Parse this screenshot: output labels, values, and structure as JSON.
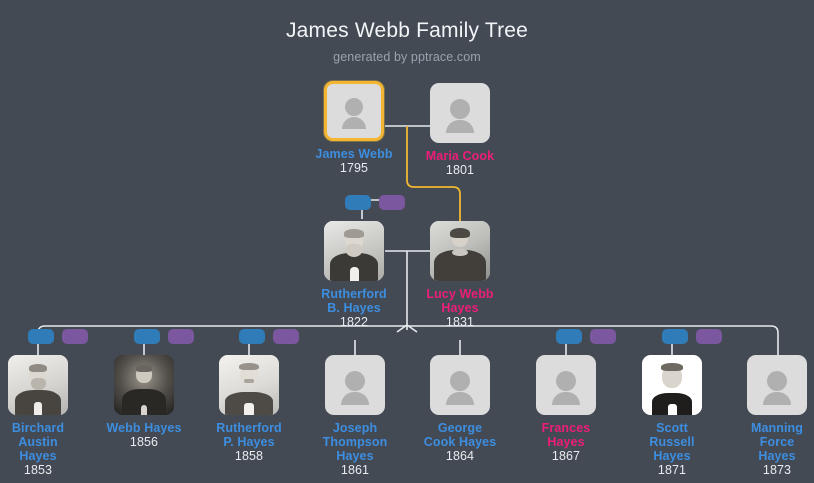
{
  "header": {
    "title": "James Webb Family Tree",
    "subtitle": "generated by pptrace.com"
  },
  "theme": {
    "background": "#434a54",
    "male_color": "#3d8ee0",
    "female_color": "#ec1e79",
    "year_color": "#e9ecef",
    "selection_color": "#f2b632",
    "connector_color": "#e6e9ec",
    "highlight_connector_color": "#f2b632",
    "badge_blue": "#2f7cb8",
    "badge_purple": "#7b579f",
    "card_placeholder": "#dcdcdc"
  },
  "generations": [
    {
      "id": "gen-1",
      "people": [
        {
          "id": "james-webb",
          "name": "James Webb",
          "year": "1795",
          "gender": "male",
          "selected": true,
          "has_photo": false,
          "badges": []
        },
        {
          "id": "maria-cook",
          "name": "Maria Cook",
          "year": "1801",
          "gender": "female",
          "selected": false,
          "has_photo": false,
          "badges": []
        }
      ]
    },
    {
      "id": "gen-2",
      "people": [
        {
          "id": "rutherford-b-hayes",
          "name": "Rutherford\nB. Hayes",
          "year": "1822",
          "gender": "male",
          "selected": false,
          "has_photo": true,
          "badges": [
            "blue",
            "purple"
          ]
        },
        {
          "id": "lucy-webb-hayes",
          "name": "Lucy Webb\nHayes",
          "year": "1831",
          "gender": "female",
          "selected": false,
          "has_photo": true,
          "badges": []
        }
      ]
    },
    {
      "id": "gen-3",
      "people": [
        {
          "id": "birchard-austin-hayes",
          "name": "Birchard\nAustin\nHayes",
          "year": "1853",
          "gender": "male",
          "selected": false,
          "has_photo": true,
          "badges": [
            "blue",
            "purple"
          ]
        },
        {
          "id": "webb-hayes",
          "name": "Webb Hayes",
          "year": "1856",
          "gender": "male",
          "selected": false,
          "has_photo": true,
          "badges": [
            "blue",
            "purple"
          ]
        },
        {
          "id": "rutherford-p-hayes",
          "name": "Rutherford\nP. Hayes",
          "year": "1858",
          "gender": "male",
          "selected": false,
          "has_photo": true,
          "badges": [
            "blue",
            "purple"
          ]
        },
        {
          "id": "joseph-thompson-hayes",
          "name": "Joseph\nThompson\nHayes",
          "year": "1861",
          "gender": "male",
          "selected": false,
          "has_photo": false,
          "badges": []
        },
        {
          "id": "george-cook-hayes",
          "name": "George\nCook Hayes",
          "year": "1864",
          "gender": "male",
          "selected": false,
          "has_photo": false,
          "badges": []
        },
        {
          "id": "frances-hayes",
          "name": "Frances\nHayes",
          "year": "1867",
          "gender": "female",
          "selected": false,
          "has_photo": false,
          "badges": [
            "blue",
            "purple"
          ]
        },
        {
          "id": "scott-russell-hayes",
          "name": "Scott\nRussell\nHayes",
          "year": "1871",
          "gender": "male",
          "selected": false,
          "has_photo": true,
          "badges": [
            "blue",
            "purple"
          ]
        },
        {
          "id": "manning-force-hayes",
          "name": "Manning\nForce\nHayes",
          "year": "1873",
          "gender": "male",
          "selected": false,
          "has_photo": false,
          "badges": []
        }
      ]
    }
  ]
}
